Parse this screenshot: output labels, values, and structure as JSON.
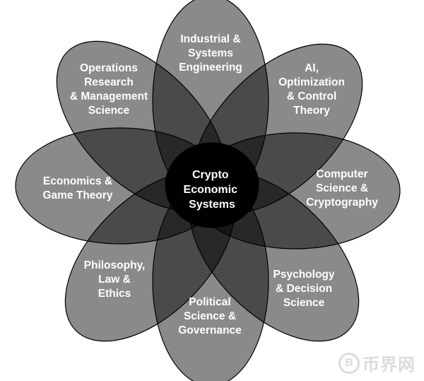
{
  "center": {
    "label_lines": [
      "Crypto",
      "Economic",
      "Systems"
    ]
  },
  "petals": [
    {
      "id": "industrial",
      "label_lines": [
        "Industrial &",
        "Systems",
        "Engineering"
      ]
    },
    {
      "id": "ai",
      "label_lines": [
        "AI,",
        "Optimization",
        "& Control",
        "Theory"
      ]
    },
    {
      "id": "computer-science",
      "label_lines": [
        "Computer",
        "Science &",
        "Cryptography"
      ]
    },
    {
      "id": "psychology",
      "label_lines": [
        "Psychology",
        "& Decision",
        "Science"
      ]
    },
    {
      "id": "political-science",
      "label_lines": [
        "Political",
        "Science &",
        "Governance"
      ]
    },
    {
      "id": "philosophy",
      "label_lines": [
        "Philosophy,",
        "Law &",
        "Ethics"
      ]
    },
    {
      "id": "economics",
      "label_lines": [
        "Economics &",
        "Game Theory"
      ]
    },
    {
      "id": "operations-research",
      "label_lines": [
        "Operations",
        "Research",
        "& Management",
        "Science"
      ]
    }
  ],
  "watermark": {
    "symbol": "B",
    "text": "币界网"
  },
  "colors": {
    "petal_fill": "#000000",
    "label": "#ffffff",
    "core": "#000000"
  }
}
